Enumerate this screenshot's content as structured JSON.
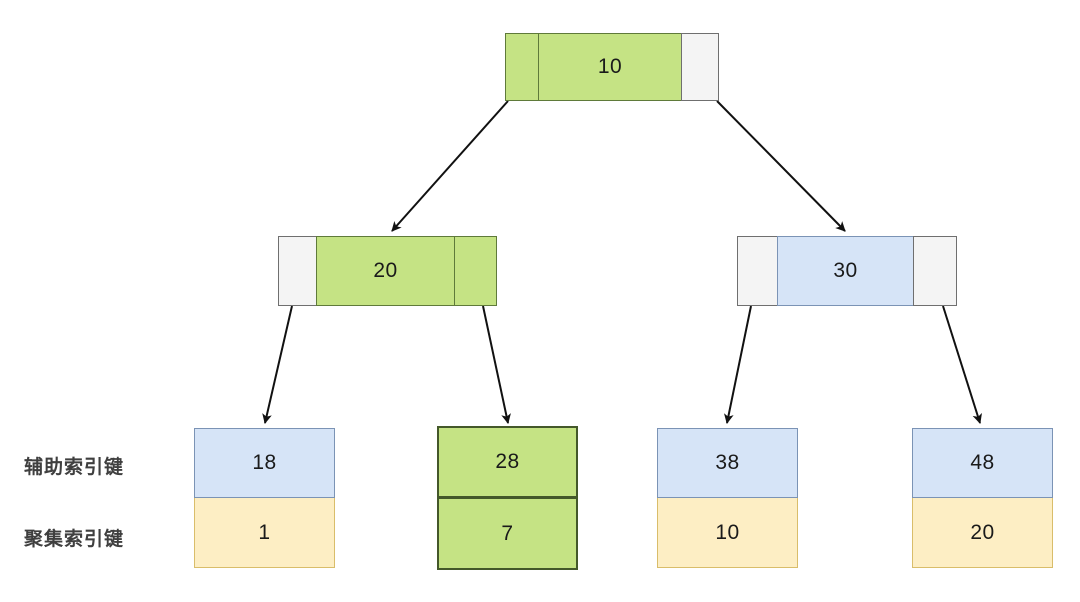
{
  "diagram": {
    "type": "b-plus-tree-secondary-index",
    "background": "#ffffff",
    "colors": {
      "green_fill": "#c5e384",
      "green_stroke": "#5f7a3a",
      "green_highlight_stroke": "#44582a",
      "blue_fill": "#d6e4f7",
      "blue_stroke": "#7b93b5",
      "gray_fill": "#f4f4f4",
      "gray_stroke": "#6f6f6f",
      "yellow_fill": "#fdeec4",
      "yellow_stroke": "#d9bd6a",
      "arrow": "#111111",
      "label_text": "#3f3f3f"
    }
  },
  "side_labels": {
    "secondary_key": "辅助索引键",
    "clustered_key": "聚集索引键"
  },
  "root": {
    "name": "root-node",
    "cells": [
      {
        "value": "",
        "style": "green"
      },
      {
        "value": "10",
        "style": "green"
      },
      {
        "value": "",
        "style": "gray"
      }
    ]
  },
  "internal": [
    {
      "name": "internal-node-20",
      "cells": [
        {
          "value": "",
          "style": "gray"
        },
        {
          "value": "20",
          "style": "green"
        },
        {
          "value": "",
          "style": "green"
        }
      ]
    },
    {
      "name": "internal-node-30",
      "cells": [
        {
          "value": "",
          "style": "gray"
        },
        {
          "value": "30",
          "style": "blue"
        },
        {
          "value": "",
          "style": "gray"
        }
      ]
    }
  ],
  "leaves": [
    {
      "name": "leaf-node-18",
      "secondary_key": "18",
      "clustered_key": "1",
      "top_style": "blue",
      "bottom_style": "yellow",
      "highlighted": false
    },
    {
      "name": "leaf-node-28",
      "secondary_key": "28",
      "clustered_key": "7",
      "top_style": "green",
      "bottom_style": "green",
      "highlighted": true
    },
    {
      "name": "leaf-node-38",
      "secondary_key": "38",
      "clustered_key": "10",
      "top_style": "blue",
      "bottom_style": "yellow",
      "highlighted": false
    },
    {
      "name": "leaf-node-48",
      "secondary_key": "48",
      "clustered_key": "20",
      "top_style": "blue",
      "bottom_style": "yellow",
      "highlighted": false
    }
  ],
  "edges": [
    {
      "name": "edge-root-to-20",
      "from": "root",
      "to": "internal-node-20"
    },
    {
      "name": "edge-root-to-30",
      "from": "root",
      "to": "internal-node-30"
    },
    {
      "name": "edge-20-to-18",
      "from": "internal-node-20",
      "to": "leaf-node-18"
    },
    {
      "name": "edge-20-to-28",
      "from": "internal-node-20",
      "to": "leaf-node-28"
    },
    {
      "name": "edge-30-to-38",
      "from": "internal-node-30",
      "to": "leaf-node-38"
    },
    {
      "name": "edge-30-to-48",
      "from": "internal-node-30",
      "to": "leaf-node-48"
    }
  ]
}
